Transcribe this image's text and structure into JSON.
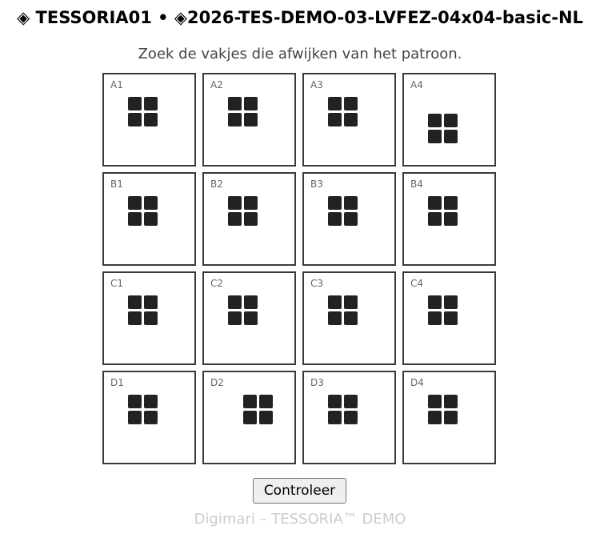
{
  "header": {
    "title": "◈ TESSORIA01 • ◈2026-TES-DEMO-03-LVFEZ-04x04-basic-NL"
  },
  "instruction": "Zoek de vakjes die afwijken van het patroon.",
  "grid": {
    "rows": 4,
    "cols": 4,
    "tiles": [
      {
        "label": "A1",
        "icon": "grid-2x2-icon"
      },
      {
        "label": "A2",
        "icon": "grid-2x2-icon"
      },
      {
        "label": "A3",
        "icon": "grid-2x2-icon"
      },
      {
        "label": "A4",
        "icon": "grid-2x2-icon"
      },
      {
        "label": "B1",
        "icon": "grid-2x2-icon"
      },
      {
        "label": "B2",
        "icon": "grid-2x2-icon"
      },
      {
        "label": "B3",
        "icon": "grid-2x2-icon"
      },
      {
        "label": "B4",
        "icon": "grid-2x2-icon"
      },
      {
        "label": "C1",
        "icon": "grid-2x2-icon"
      },
      {
        "label": "C2",
        "icon": "grid-2x2-icon"
      },
      {
        "label": "C3",
        "icon": "grid-2x2-icon"
      },
      {
        "label": "C4",
        "icon": "grid-2x2-icon"
      },
      {
        "label": "D1",
        "icon": "grid-2x2-icon"
      },
      {
        "label": "D2",
        "icon": "grid-2x2-icon"
      },
      {
        "label": "D3",
        "icon": "grid-2x2-icon"
      },
      {
        "label": "D4",
        "icon": "grid-2x2-icon"
      }
    ]
  },
  "submit_label": "Controleer",
  "footer": "Digimari – TESSORIA™ DEMO",
  "colors": {
    "tile_border": "#3a3a3a",
    "glyph": "#222222",
    "footer_text": "#cccccc"
  }
}
